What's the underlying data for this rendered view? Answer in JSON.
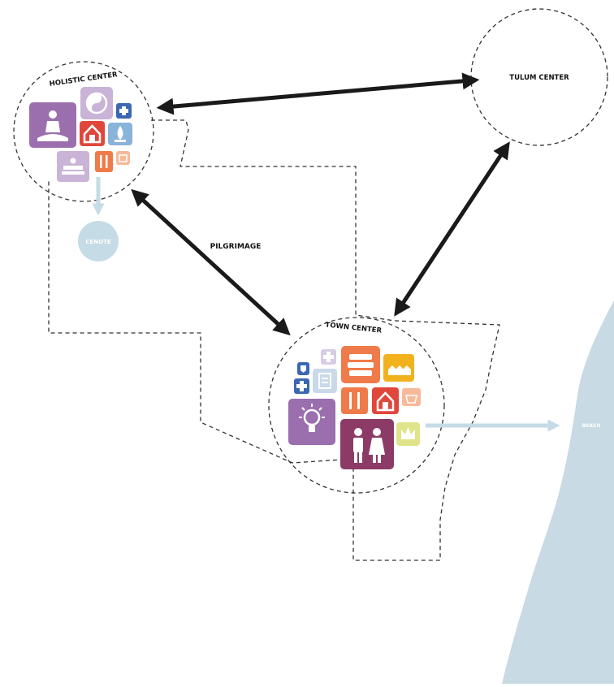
{
  "labels": {
    "holistic_center": "HOLISTIC CENTER",
    "tulum_center": "TULUM CENTER",
    "town_center": "TOWN CENTER",
    "pilgrimage": "PILGRIMAGE",
    "cenote": "CENOTE",
    "beach": "BEACH"
  },
  "colors": {
    "sea": "#c8dae3",
    "arrow": "#1a1a1a",
    "dashed": "#333333",
    "light_blue": "#c5dbe6",
    "purple": "#9b6fae",
    "light_purple": "#c9b3d6",
    "blue": "#3b67b3",
    "light_blue_icon": "#89b3d8",
    "red": "#e0473a",
    "orange": "#f07b4a",
    "light_orange": "#f7b99a",
    "yellow": "#f2b21e",
    "lime": "#dfe48a",
    "plum": "#8c3b67",
    "pale_blue": "#c9d9ea",
    "pale_purple": "#d7cce4"
  },
  "icons": {
    "holistic": [
      "meditation-icon",
      "yin-yang-icon",
      "medical-cross-icon",
      "house-icon",
      "water-drop-icon",
      "spa-bed-icon",
      "dining-icon",
      "shop-icon"
    ],
    "town": [
      "security-icon",
      "medical-cross-icon",
      "clinic-icon",
      "document-icon",
      "market-icon",
      "housing-icon",
      "dining-icon",
      "house-icon",
      "shop-icon",
      "idea-icon",
      "family-icon",
      "crown-icon"
    ]
  }
}
